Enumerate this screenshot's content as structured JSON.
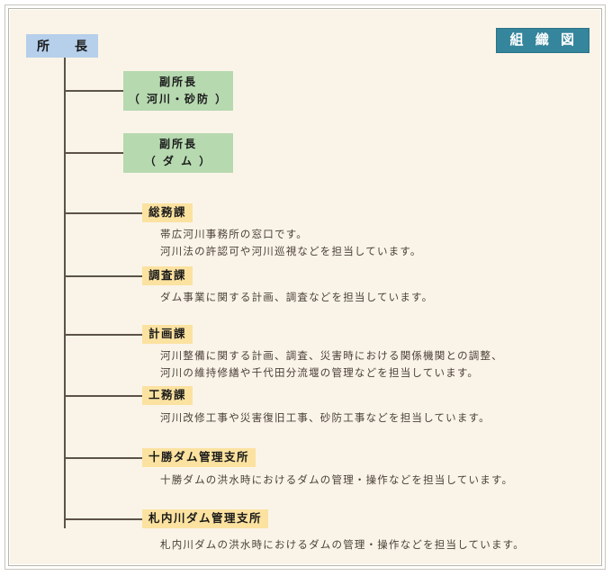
{
  "badge": {
    "label": "組 織 図",
    "color": "#35859c"
  },
  "root": {
    "label": "所　長",
    "color": "#b6cfeb"
  },
  "deputies": [
    {
      "line1": "副所長",
      "line2": "（ 河川・砂防 ）",
      "color": "#b6d9b0"
    },
    {
      "line1": "副所長",
      "line2": "（ ダ ム ）",
      "color": "#b6d9b0"
    }
  ],
  "divisions": [
    {
      "label": "総務課",
      "color": "#fbe2a0",
      "lines": [
        "帯広河川事務所の窓口です。",
        "河川法の許認可や河川巡視などを担当しています。"
      ]
    },
    {
      "label": "調査課",
      "color": "#fbe2a0",
      "lines": [
        "ダム事業に関する計画、調査などを担当しています。"
      ]
    },
    {
      "label": "計画課",
      "color": "#fbe2a0",
      "lines": [
        "河川整備に関する計画、調査、災害時における関係機関との調整、",
        "河川の維持修繕や千代田分流堰の管理などを担当しています。"
      ]
    },
    {
      "label": "工務課",
      "color": "#fbe2a0",
      "lines": [
        "河川改修工事や災害復旧工事、砂防工事などを担当しています。"
      ]
    },
    {
      "label": "十勝ダム管理支所",
      "color": "#fbe2a0",
      "lines": [
        "十勝ダムの洪水時におけるダムの管理・操作などを担当しています。"
      ]
    },
    {
      "label": "札内川ダム管理支所",
      "color": "#fbe2a0",
      "lines": [
        "札内川ダムの洪水時におけるダムの管理・操作などを担当しています。"
      ]
    }
  ]
}
